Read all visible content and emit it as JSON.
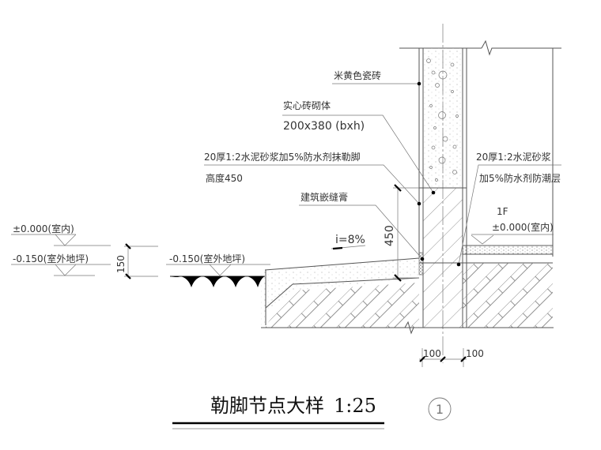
{
  "drawing": {
    "title": "勒脚节点大样",
    "scale": "1:25",
    "detail_number": "1"
  },
  "labels": {
    "tile": "米黄色瓷砖",
    "brick_wall": "实心砖砌体",
    "brick_size": "200x380 (bxh)",
    "plinth_plaster_line1": "20厚1:2水泥砂浆加5%防水剂抹勒脚",
    "plinth_plaster_line2": "高度450",
    "sealant": "建筑嵌缝膏",
    "dpc_line1": "20厚1:2水泥砂浆",
    "dpc_line2": "加5%防水剂防潮层",
    "slope": "i=8%",
    "floor_level": "1F"
  },
  "elevations": {
    "left_indoor": "±0.000(室内)",
    "left_outdoor": "-0.150(室外地坪)",
    "mid_outdoor": "-0.150(室外地坪)",
    "right_indoor": "±0.000(室内)"
  },
  "dimensions": {
    "level_diff": "150",
    "plinth_height": "450",
    "left_half_wall": "100",
    "right_half_wall": "100"
  }
}
